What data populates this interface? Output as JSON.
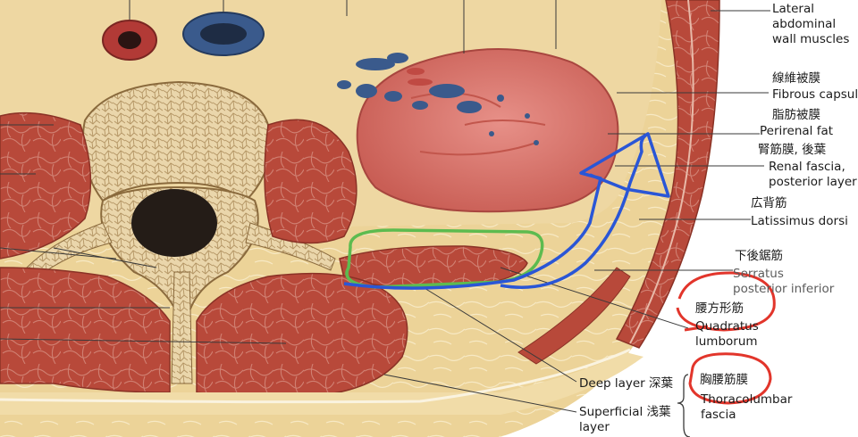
{
  "labels": {
    "lateral_abdominal_wall": [
      "Lateral",
      "abdominal",
      "wall muscles"
    ],
    "fibrous_capsule_jp": "線維被膜",
    "fibrous_capsule_en": "Fibrous capsule",
    "perirenal_fat_jp": "脂肪被膜",
    "perirenal_fat_en": "Perirenal fat",
    "renal_fascia_jp": "腎筋膜, 後葉",
    "renal_fascia_en": [
      "Renal fascia,",
      "posterior layer"
    ],
    "latissimus_jp": "広背筋",
    "latissimus_en": "Latissimus dorsi",
    "serratus_jp": "下後鋸筋",
    "serratus_en": [
      "Serratus",
      "posterior inferior"
    ],
    "quadratus_jp": "腰方形筋",
    "quadratus_en": [
      "Quadratus",
      "lumborum"
    ],
    "thoracolumbar_jp": "胸腰筋膜",
    "thoracolumbar_en": [
      "Thoracolumbar",
      "fascia"
    ],
    "deep_layer": "Deep layer 深葉",
    "superficial_layer": [
      "Superficial 浅葉",
      "layer"
    ]
  },
  "annotation_colors": {
    "green_outline": "#5dbb4f",
    "blue_outline": "#2a56d6",
    "red_circles": "#e2352b"
  },
  "tissue_colors": {
    "muscle": "#b8493a",
    "fat": "#e9cd8f",
    "bone": "#e9d4a6",
    "kidney": "#dd7c72",
    "vein": "#3a5a8c",
    "artery": "#b23a36"
  }
}
